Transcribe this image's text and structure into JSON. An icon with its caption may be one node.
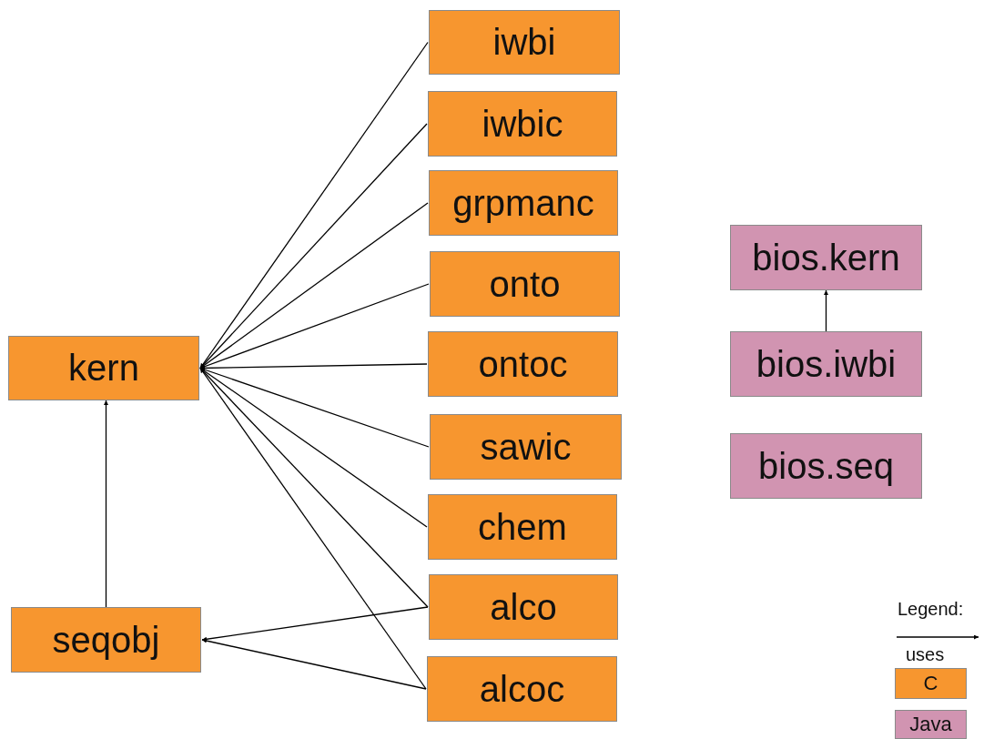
{
  "diagram": {
    "nodes": [
      {
        "text": [
          "kern"
        ]
      },
      {
        "text": [
          "iwbi"
        ]
      },
      {
        "text": [
          "iwbic"
        ]
      },
      {
        "text": [
          "grpmanc"
        ]
      },
      {
        "text": [
          "onto"
        ]
      },
      {
        "text": [
          "ontoc"
        ]
      },
      {
        "text": [
          "sawic"
        ]
      },
      {
        "text": [
          "chem"
        ]
      },
      {
        "text": [
          "alco"
        ]
      },
      {
        "text": [
          "alcoc"
        ]
      },
      {
        "text": [
          "seqobj"
        ]
      },
      {
        "text": [
          "bios.kern"
        ]
      },
      {
        "text": [
          "bios.iwbi"
        ]
      },
      {
        "text": [
          "bios.seq"
        ]
      }
    ],
    "edges": [
      {
        "from": 1,
        "to": 0,
        "arrow": "to"
      },
      {
        "from": 2,
        "to": 0,
        "arrow": "to"
      },
      {
        "from": 3,
        "to": 0,
        "arrow": "to"
      },
      {
        "from": 4,
        "to": 0,
        "arrow": "to"
      },
      {
        "from": 5,
        "to": 0,
        "arrow": "to"
      },
      {
        "from": 6,
        "to": 0,
        "arrow": "to"
      },
      {
        "from": 7,
        "to": 0,
        "arrow": "to"
      },
      {
        "from": 8,
        "to": 0,
        "arrow": "to"
      },
      {
        "from": 9,
        "to": 0,
        "arrow": "to"
      },
      {
        "from": 8,
        "to": 10,
        "arrow": "to"
      },
      {
        "from": 9,
        "to": 10,
        "arrow": "to"
      },
      {
        "from": 10,
        "to": 0,
        "arrow": "to"
      },
      {
        "from": 12,
        "to": 11,
        "arrow": "to"
      }
    ],
    "labels": [
      "Legend:"
    ],
    "legend": [
      {
        "text": "uses"
      },
      {
        "text": "C",
        "color": "#f7962f"
      },
      {
        "text": "Java",
        "color": "#d194b1"
      }
    ]
  }
}
